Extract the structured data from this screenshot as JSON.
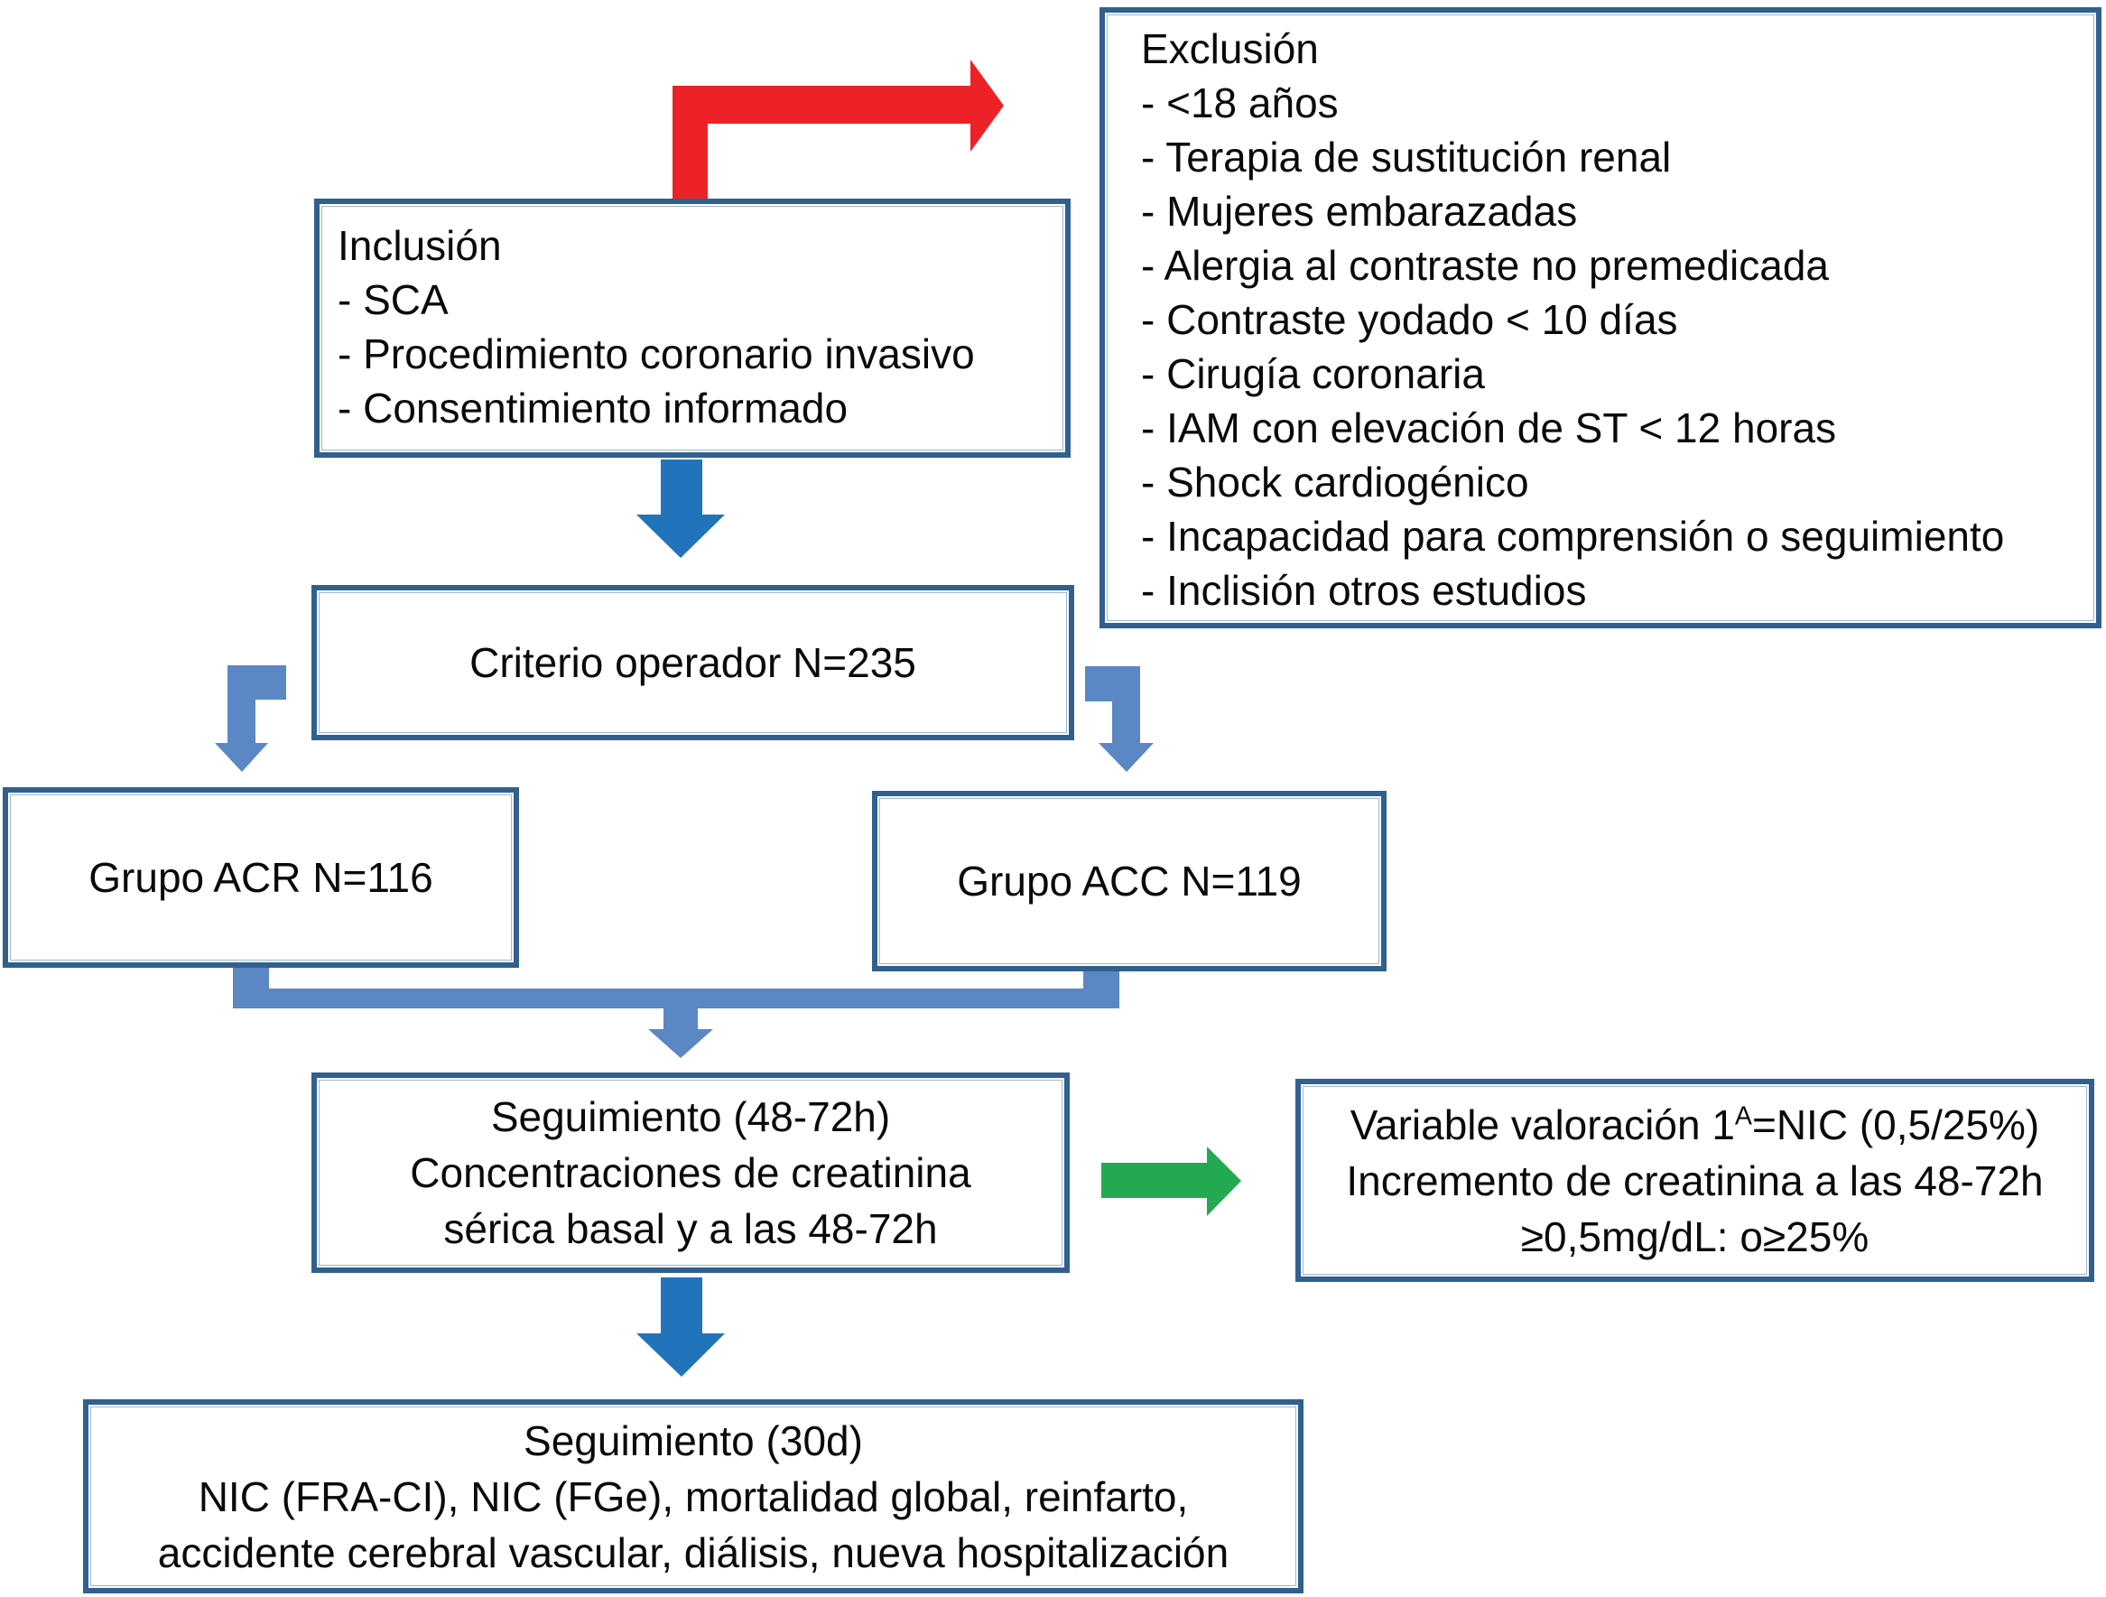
{
  "figure": {
    "type": "study-flowchart",
    "language": "es"
  },
  "colors": {
    "box_border": "#31608f",
    "connector_light_blue": "#5b87c4",
    "arrow_solid_blue": "#2173ba",
    "arrow_red": "#ec2227",
    "arrow_green": "#23a94f",
    "text": "#0a0a0a",
    "background": "#ffffff"
  },
  "boxes": {
    "exclusion": {
      "title": "Exclusión",
      "items": [
        "- <18 años",
        "- Terapia de sustitución renal",
        "- Mujeres embarazadas",
        "- Alergia al contraste no premedicada",
        "- Contraste yodado < 10 días",
        "- Cirugía coronaria",
        "- IAM con elevación de ST < 12 horas",
        "- Shock cardiogénico",
        "- Incapacidad para comprensión o seguimiento",
        "- Inclisión otros estudios"
      ]
    },
    "inclusion": {
      "title": "Inclusión",
      "items": [
        "- SCA",
        "- Procedimiento coronario invasivo",
        "- Consentimiento informado"
      ]
    },
    "criterio_operador": {
      "label": "Criterio operador N=235"
    },
    "grupo_acr": {
      "label": "Grupo ACR N=116"
    },
    "grupo_acc": {
      "label": "Grupo ACC N=119"
    },
    "seguimiento_48_72h": {
      "lines": [
        "Seguimiento (48-72h)",
        "Concentraciones de creatinina",
        "sérica basal y a las 48-72h"
      ]
    },
    "variable_valoracion": {
      "line1_pre": "Variable valoración 1",
      "line1_sup": "A",
      "line1_post": "=NIC (0,5/25%)",
      "line2": "Incremento de creatinina a las 48-72h",
      "line3": "≥0,5mg/dL: o≥25%"
    },
    "seguimiento_30d": {
      "lines": [
        "Seguimiento (30d)",
        "NIC (FRA-CI), NIC (FGe), mortalidad global, reinfarto,",
        "accidente cerebral vascular, diálisis, nueva hospitalización"
      ]
    }
  }
}
